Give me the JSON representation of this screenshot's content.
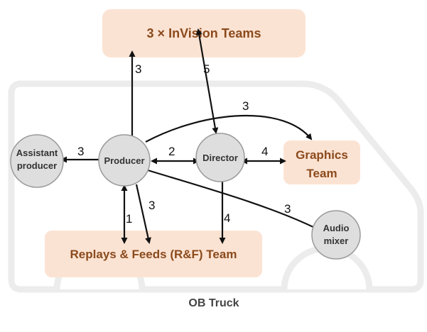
{
  "colors": {
    "team_box": "#fbe3d3",
    "team_text": "#8b4a1c",
    "node_fill": "#dedede",
    "node_stroke": "#9a9a9a",
    "truck_outline": "#ececec",
    "arrow": "#111111"
  },
  "teams": {
    "invision": "3 × InVision Teams",
    "graphics_line1": "Graphics",
    "graphics_line2": "Team",
    "replays": "Replays & Feeds (R&F) Team"
  },
  "nodes": {
    "producer": "Producer",
    "director": "Director",
    "assistant_line1": "Assistant",
    "assistant_line2": "producer",
    "audio_line1": "Audio",
    "audio_line2": "mixer"
  },
  "truck_label": "OB Truck",
  "edges": {
    "producer_invision": "3",
    "director_invision": "5",
    "producer_graphics": "3",
    "producer_assistant": "3",
    "producer_director": "2",
    "director_graphics": "4",
    "producer_replays_bidir": "1",
    "producer_replays": "3",
    "director_replays": "4",
    "producer_audio": "3"
  }
}
